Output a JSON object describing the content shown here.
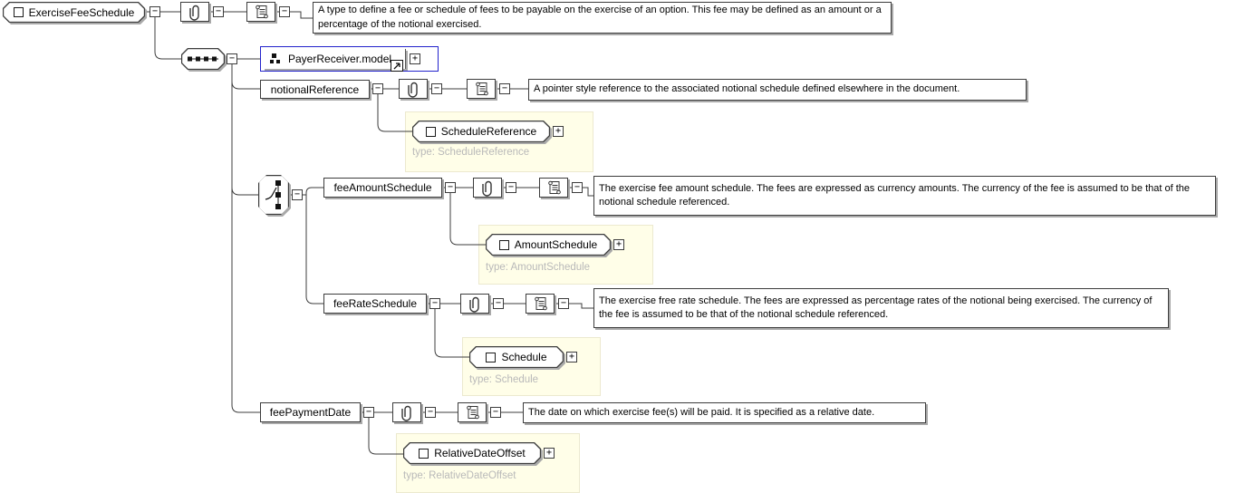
{
  "icons": {
    "collapse": "−",
    "expand": "+"
  },
  "colors": {
    "model_group_border": "#2323cc",
    "type_box_bg": "#fffee8",
    "type_caption_text": "#b9b9b9"
  },
  "nodes": {
    "root": {
      "label": "ExerciseFeeSchedule",
      "annotation": "A type to define a fee or schedule of fees to be payable on the exercise of an option. This fee may be defined as an amount or a percentage of the notional exercised."
    },
    "payer_receiver": {
      "label": "PayerReceiver.model"
    },
    "notional_reference": {
      "label": "notionalReference",
      "annotation": "A pointer style reference to the associated notional schedule defined elsewhere in the document.",
      "child_label": "ScheduleReference",
      "type_caption": "type: ScheduleReference"
    },
    "fee_amount_schedule": {
      "label": "feeAmountSchedule",
      "annotation": "The exercise fee amount schedule. The fees are expressed as currency amounts. The currency of the fee is assumed to be that of the notional schedule referenced.",
      "child_label": "AmountSchedule",
      "type_caption": "type: AmountSchedule"
    },
    "fee_rate_schedule": {
      "label": "feeRateSchedule",
      "annotation": "The exercise free rate schedule. The fees are expressed as percentage rates of the notional being exercised. The currency of the fee is assumed to be that of the notional schedule referenced.",
      "child_label": "Schedule",
      "type_caption": "type: Schedule"
    },
    "fee_payment_date": {
      "label": "feePaymentDate",
      "annotation": "The date on which exercise fee(s) will be paid. It is specified as a relative date.",
      "child_label": "RelativeDateOffset",
      "type_caption": "type: RelativeDateOffset"
    }
  }
}
